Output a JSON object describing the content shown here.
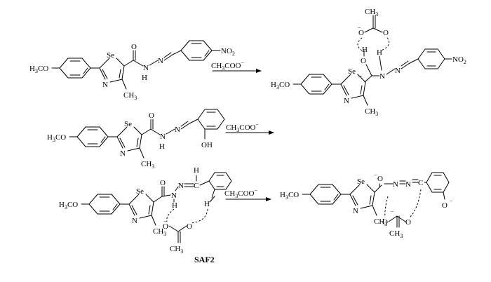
{
  "reagent": {
    "text": "CH",
    "sub": "3",
    "tail": "COO",
    "sup": "−"
  },
  "compound_label": "SAF2",
  "atoms": {
    "methoxy_h": "H",
    "methoxy_sub": "3",
    "methoxy_tail": "CO",
    "se": "Se",
    "n": "N",
    "ch": "CH",
    "ch_sub": "3",
    "o": "O",
    "h": "H",
    "nh": "N",
    "no2": "NO",
    "no2_sub": "2",
    "oh": "OH",
    "minus": "−",
    "c": "C"
  }
}
